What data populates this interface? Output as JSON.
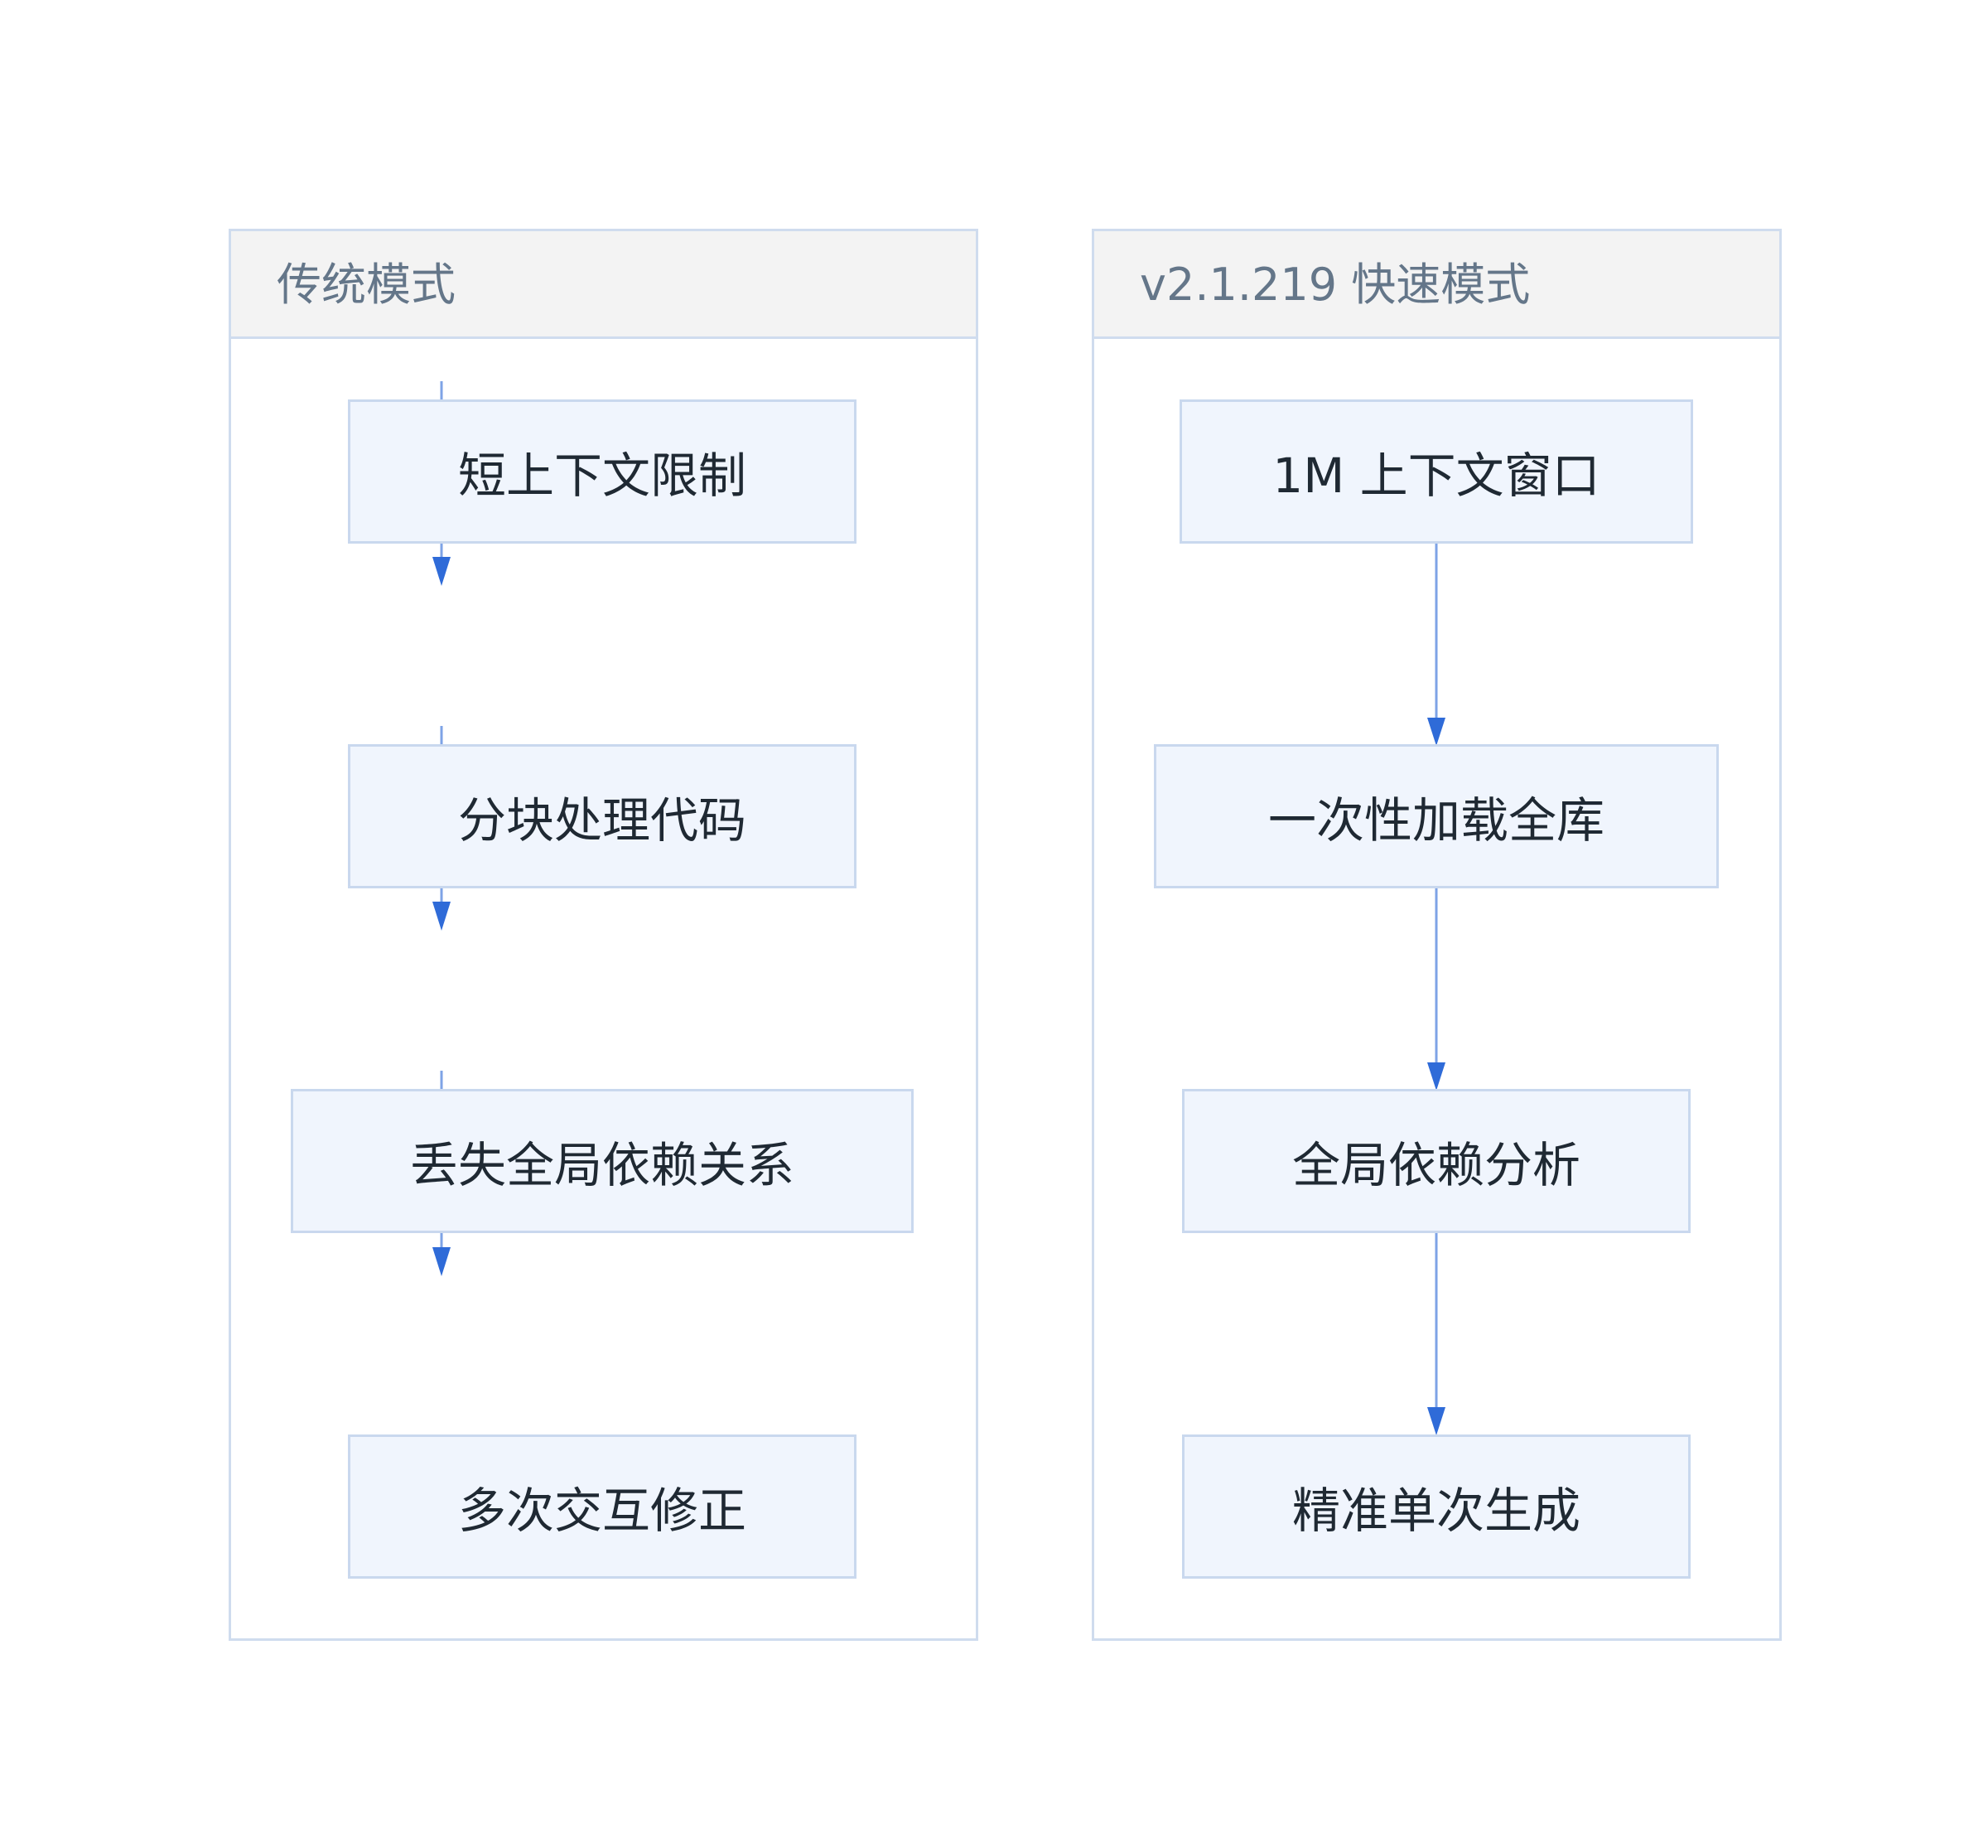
{
  "diagram": {
    "groups": [
      {
        "id": "traditional",
        "title": "传统模式",
        "nodes": [
          {
            "id": "t1",
            "label": "短上下文限制"
          },
          {
            "id": "t2",
            "label": "分块处理代码"
          },
          {
            "id": "t3",
            "label": "丢失全局依赖关系"
          },
          {
            "id": "t4",
            "label": "多次交互修正"
          }
        ],
        "edges": [
          {
            "from": "t1",
            "to": "t2"
          },
          {
            "from": "t2",
            "to": "t3"
          },
          {
            "from": "t3",
            "to": "t4"
          }
        ]
      },
      {
        "id": "fast",
        "title": "v2.1.219 快速模式",
        "nodes": [
          {
            "id": "f1",
            "label": "1M 上下文窗口"
          },
          {
            "id": "f2",
            "label": "一次性加载全库"
          },
          {
            "id": "f3",
            "label": "全局依赖分析"
          },
          {
            "id": "f4",
            "label": "精准单次生成"
          }
        ],
        "edges": [
          {
            "from": "f1",
            "to": "f2"
          },
          {
            "from": "f2",
            "to": "f3"
          },
          {
            "from": "f3",
            "to": "f4"
          }
        ]
      }
    ],
    "colors": {
      "edge_line": "#7ea3e6",
      "arrow_head": "#2f6bd8",
      "node_fill": "#f0f5fd",
      "node_border": "#c9d8ee",
      "group_border": "#cfdcee",
      "header_fill": "#f3f3f3",
      "title_text": "#647689"
    }
  }
}
